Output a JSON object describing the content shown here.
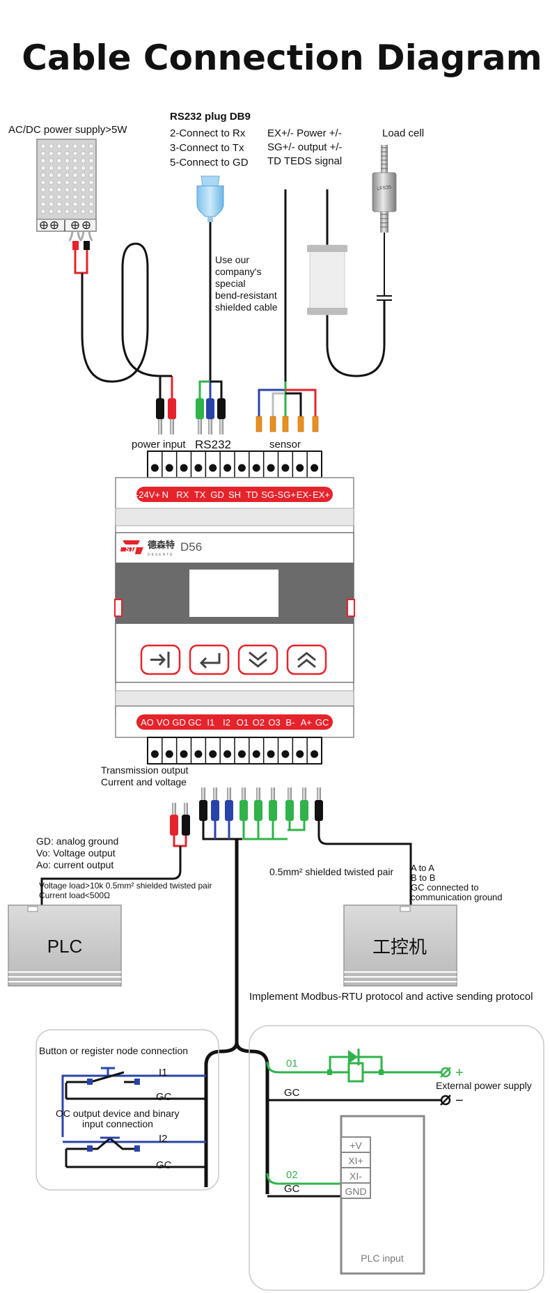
{
  "title": "Cable Connection Diagram",
  "power_supply": {
    "label": "AC/DC power supply>5W"
  },
  "rs232_plug": {
    "heading": "RS232 plug DB9",
    "lines": [
      "2-Connect to Rx",
      "3-Connect to Tx",
      "5-Connect to GD"
    ]
  },
  "sensor_legend": {
    "lines": [
      "EX+/- Power +/-",
      "SG+/- output +/-",
      "TD TEDS signal"
    ]
  },
  "load_cell": {
    "label": "Load cell",
    "model": "LFS35"
  },
  "cable_note": {
    "lines": [
      "Use our",
      "company's",
      "special",
      "bend-resistant",
      "shielded cable"
    ]
  },
  "top_group_labels": {
    "power": "power input",
    "rs232": "RS232",
    "sensor": "sensor"
  },
  "top_terminals": [
    "-24V+",
    "N",
    "RX",
    "TX",
    "GD",
    "SH",
    "TD",
    "SG-",
    "SG+",
    "EX-",
    "EX+"
  ],
  "device": {
    "brand_cn": "德森特",
    "brand_en": "DESENTE",
    "model": "D56",
    "logo_text": "ST",
    "button_icons": [
      "enter-icon",
      "return-icon",
      "double-down-icon",
      "double-up-icon"
    ]
  },
  "bottom_terminals": [
    "AO",
    "VO",
    "GD",
    "GC",
    "I1",
    "I2",
    "O1",
    "O2",
    "O3",
    "B-",
    "A+",
    "GC"
  ],
  "transmission": {
    "lines": [
      "Transmission output",
      "Current and voltage"
    ]
  },
  "analog_legend": {
    "lines": [
      "GD: analog ground",
      "Vo: Voltage output",
      "Ao: current output"
    ]
  },
  "load_note": {
    "lines": [
      "Voltage load>10k 0.5mm² shielded twisted pair",
      "Current load<500Ω"
    ]
  },
  "twisted_pair": "0.5mm² shielded twisted pair",
  "comm_legend": {
    "lines": [
      "A to A",
      "B to B",
      "GC connected to",
      "communication ground"
    ]
  },
  "plc": {
    "label": "PLC"
  },
  "industrial_pc": {
    "label": "工控机"
  },
  "protocol_note": "Implement Modbus-RTU protocol and active sending protocol",
  "left_panel": {
    "title": "Button or register node connection",
    "i1": "I1",
    "gc1": "GC",
    "oc_lines": [
      "OC output device and binary",
      "input connection"
    ],
    "i2": "I2",
    "gc2": "GC"
  },
  "right_panel": {
    "o1": "01",
    "gc1": "GC",
    "plus": "+",
    "minus": "−",
    "ext_power": "External power supply",
    "o2": "02",
    "gc2": "GC",
    "plc_pins": [
      "+V",
      "XI+",
      "XI-",
      "GND"
    ],
    "plc_input": "PLC input"
  },
  "colors": {
    "red": "#e5232b",
    "green": "#2fb34a",
    "blue": "#2a43a8",
    "black": "#111111",
    "terminal_red": "#e5232b",
    "device_gray": "#6b6b6b",
    "panel_border": "#c9c9c9",
    "box_gray": "#cfcfcf"
  }
}
